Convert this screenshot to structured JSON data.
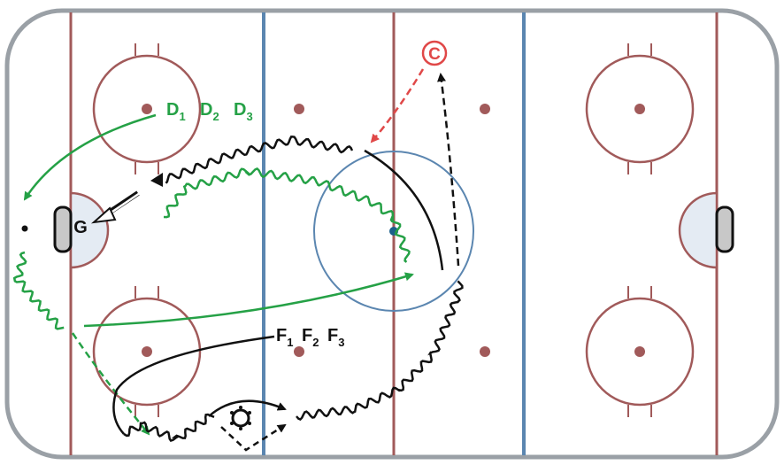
{
  "colors": {
    "ice": "#ffffff",
    "board": "#9aa0a6",
    "red_line": "#a15a5a",
    "blue_line": "#5b86b0",
    "crease": "#e4ebf3",
    "net": "#c8c8c8",
    "green": "#25a146",
    "black": "#111111",
    "coach": "#e04848",
    "puck_dot": "#1b5f8a"
  },
  "icons": {
    "goalie": "goalie-marker",
    "coach": "coach-marker-icon",
    "pylon": "pylon-icon",
    "puck": "puck-icon"
  },
  "labels": {
    "goalie": "G",
    "coach": "C",
    "defense": [
      {
        "letter": "D",
        "sub": "1"
      },
      {
        "letter": "D",
        "sub": "2"
      },
      {
        "letter": "D",
        "sub": "3"
      }
    ],
    "forwards": [
      {
        "letter": "F",
        "sub": "1"
      },
      {
        "letter": "F",
        "sub": "2"
      },
      {
        "letter": "F",
        "sub": "3"
      }
    ]
  }
}
